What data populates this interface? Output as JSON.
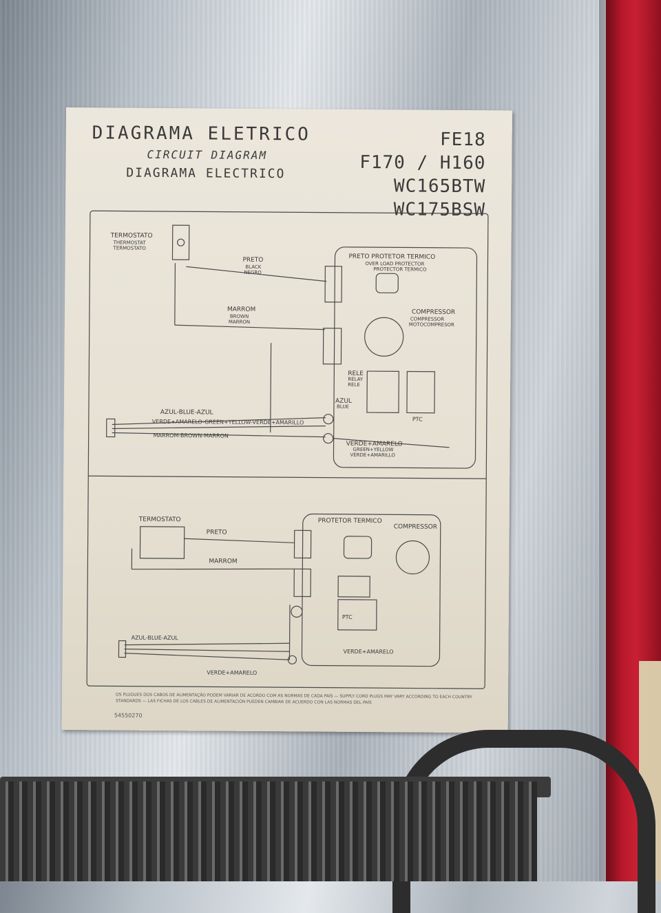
{
  "diagram": {
    "title": "DIAGRAMA ELETRICO",
    "subtitle_en": "CIRCUIT DIAGRAM",
    "subtitle_es": "DIAGRAMA ELECTRICO",
    "models": [
      "FE18",
      "F170 / H160",
      "WC165BTW",
      "WC175BSW"
    ],
    "labels": {
      "termostato": "TERMOSTATO",
      "thermostat": "THERMOSTAT",
      "termostato_es": "TERMOSTATO",
      "preto": "PRETO",
      "black": "BLACK",
      "negro": "NEGRO",
      "marrom": "MARROM",
      "brown": "BROWN",
      "marron": "MARRON",
      "protetor_preto": "PRETO PROTETOR TERMICO",
      "overload": "OVER LOAD PROTECTOR",
      "protector_es": "PROTECTOR TERMICO",
      "compressor": "COMPRESSOR",
      "compressor_pt": "COMPRESSOR",
      "motocompresor": "MOTOCOMPRESOR",
      "rele": "RELE",
      "relay": "RELAY",
      "rele_es": "RELE",
      "azul_line": "AZUL-BLUE-AZUL",
      "verde_line": "VERDE+AMARELO-GREEN+YELLOW-VERDE+AMARILLO",
      "marrom_line": "MARROM-BROWN-MARRON",
      "azul": "AZUL",
      "blue": "BLUE",
      "verde_amarelo": "VERDE+AMARELO",
      "green_yellow": "GREEN+YELLOW",
      "verde_amarillo": "VERDE+AMARILLO",
      "ptc": "PTC",
      "protetor_termico": "PROTETOR TERMICO"
    },
    "footnote": "OS PLUGUES DOS CABOS DE ALIMENTAÇÃO PODEM VARIAR DE ACORDO COM AS NORMAS DE CADA PAÍS — SUPPLY CORD PLUGS MAY VARY ACCORDING TO EACH COUNTRY STANDARDS — LAS FICHAS DE LOS CABLES DE ALIMENTACIÓN PUEDEN CAMBIAR DE ACUERDO CON LAS NORMAS DEL PAÍS",
    "part_code": "54550270"
  }
}
